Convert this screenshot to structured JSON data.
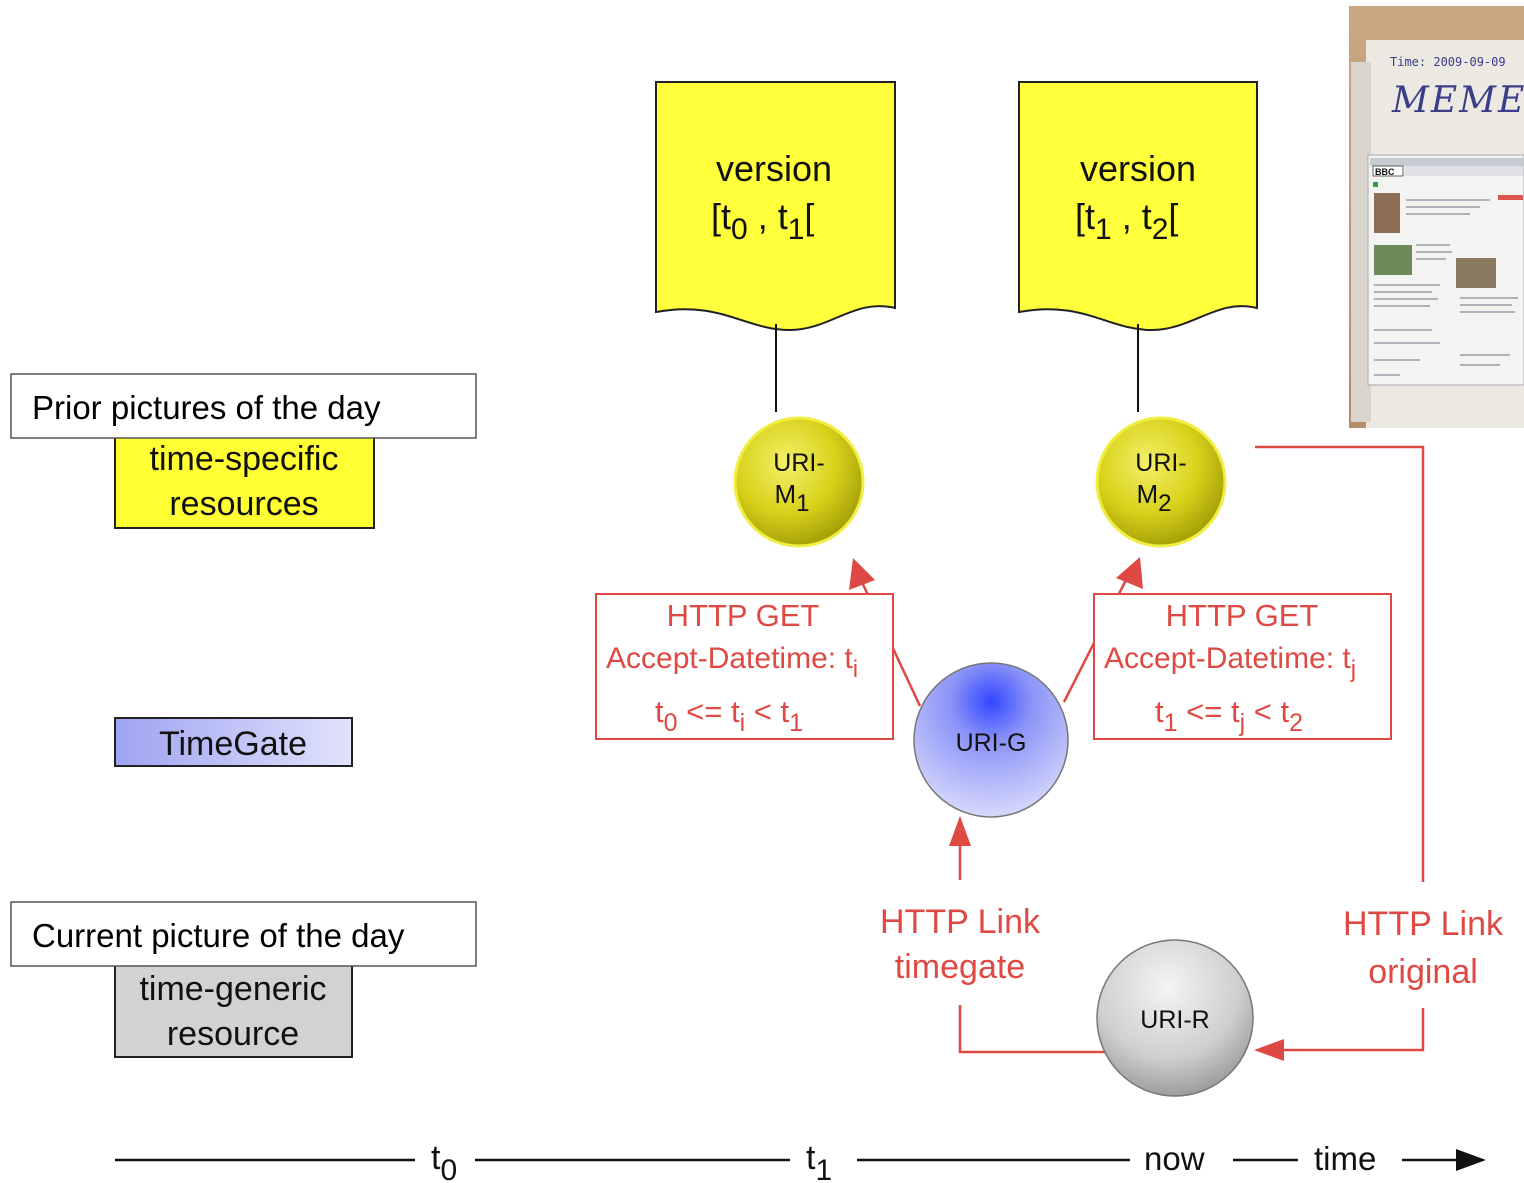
{
  "legend": {
    "prior_box": "Prior pictures of the day",
    "time_specific_line1": "time-specific",
    "time_specific_line2": "resources",
    "timegate": "TimeGate",
    "current_box": "Current picture of the day",
    "time_generic_line1": "time-generic",
    "time_generic_line2": "resource"
  },
  "versions": [
    {
      "word": "version",
      "open": "[t",
      "sub_a": "0",
      "sep": " , t",
      "sub_b": "1",
      "close": "["
    },
    {
      "word": "version",
      "open": "[t",
      "sub_a": "1",
      "sep": " , t",
      "sub_b": "2",
      "close": "["
    }
  ],
  "nodes": {
    "m1_line1": "URI-",
    "m1_line2": "M",
    "m1_sub": "1",
    "m2_line1": "URI-",
    "m2_line2": "M",
    "m2_sub": "2",
    "gate": "URI-G",
    "original": "URI-R"
  },
  "requests": [
    {
      "title": "HTTP GET",
      "header": "Accept-Datetime: t",
      "header_sub": "i",
      "cond_a": "t",
      "cond_a_sub": "0",
      "cond_mid": " <=  t",
      "cond_mid_sub": "i",
      "cond_lt": " < t",
      "cond_b_sub": "1"
    },
    {
      "title": "HTTP GET",
      "header": "Accept-Datetime: t",
      "header_sub": "j",
      "cond_a": "t",
      "cond_a_sub": "1",
      "cond_mid": " <=  t",
      "cond_mid_sub": "j",
      "cond_lt": " < t",
      "cond_b_sub": "2"
    }
  ],
  "links": {
    "timegate_line1": "HTTP Link",
    "timegate_line2": "timegate",
    "original_line1": "HTTP Link",
    "original_line2": "original"
  },
  "timeline": {
    "t0": "t",
    "t0_sub": "0",
    "t1": "t",
    "t1_sub": "1",
    "now": "now",
    "time": "time"
  },
  "photo": {
    "caption": "Time: 2009-09-09",
    "heading": "MEMEN",
    "site": "BBC"
  },
  "colors": {
    "red": "#de4a43",
    "yellow": "#ffff33",
    "version_yellow": "#ffff3c",
    "blue_box": "#b4b7f5",
    "grey_box": "#d2d2d2"
  }
}
